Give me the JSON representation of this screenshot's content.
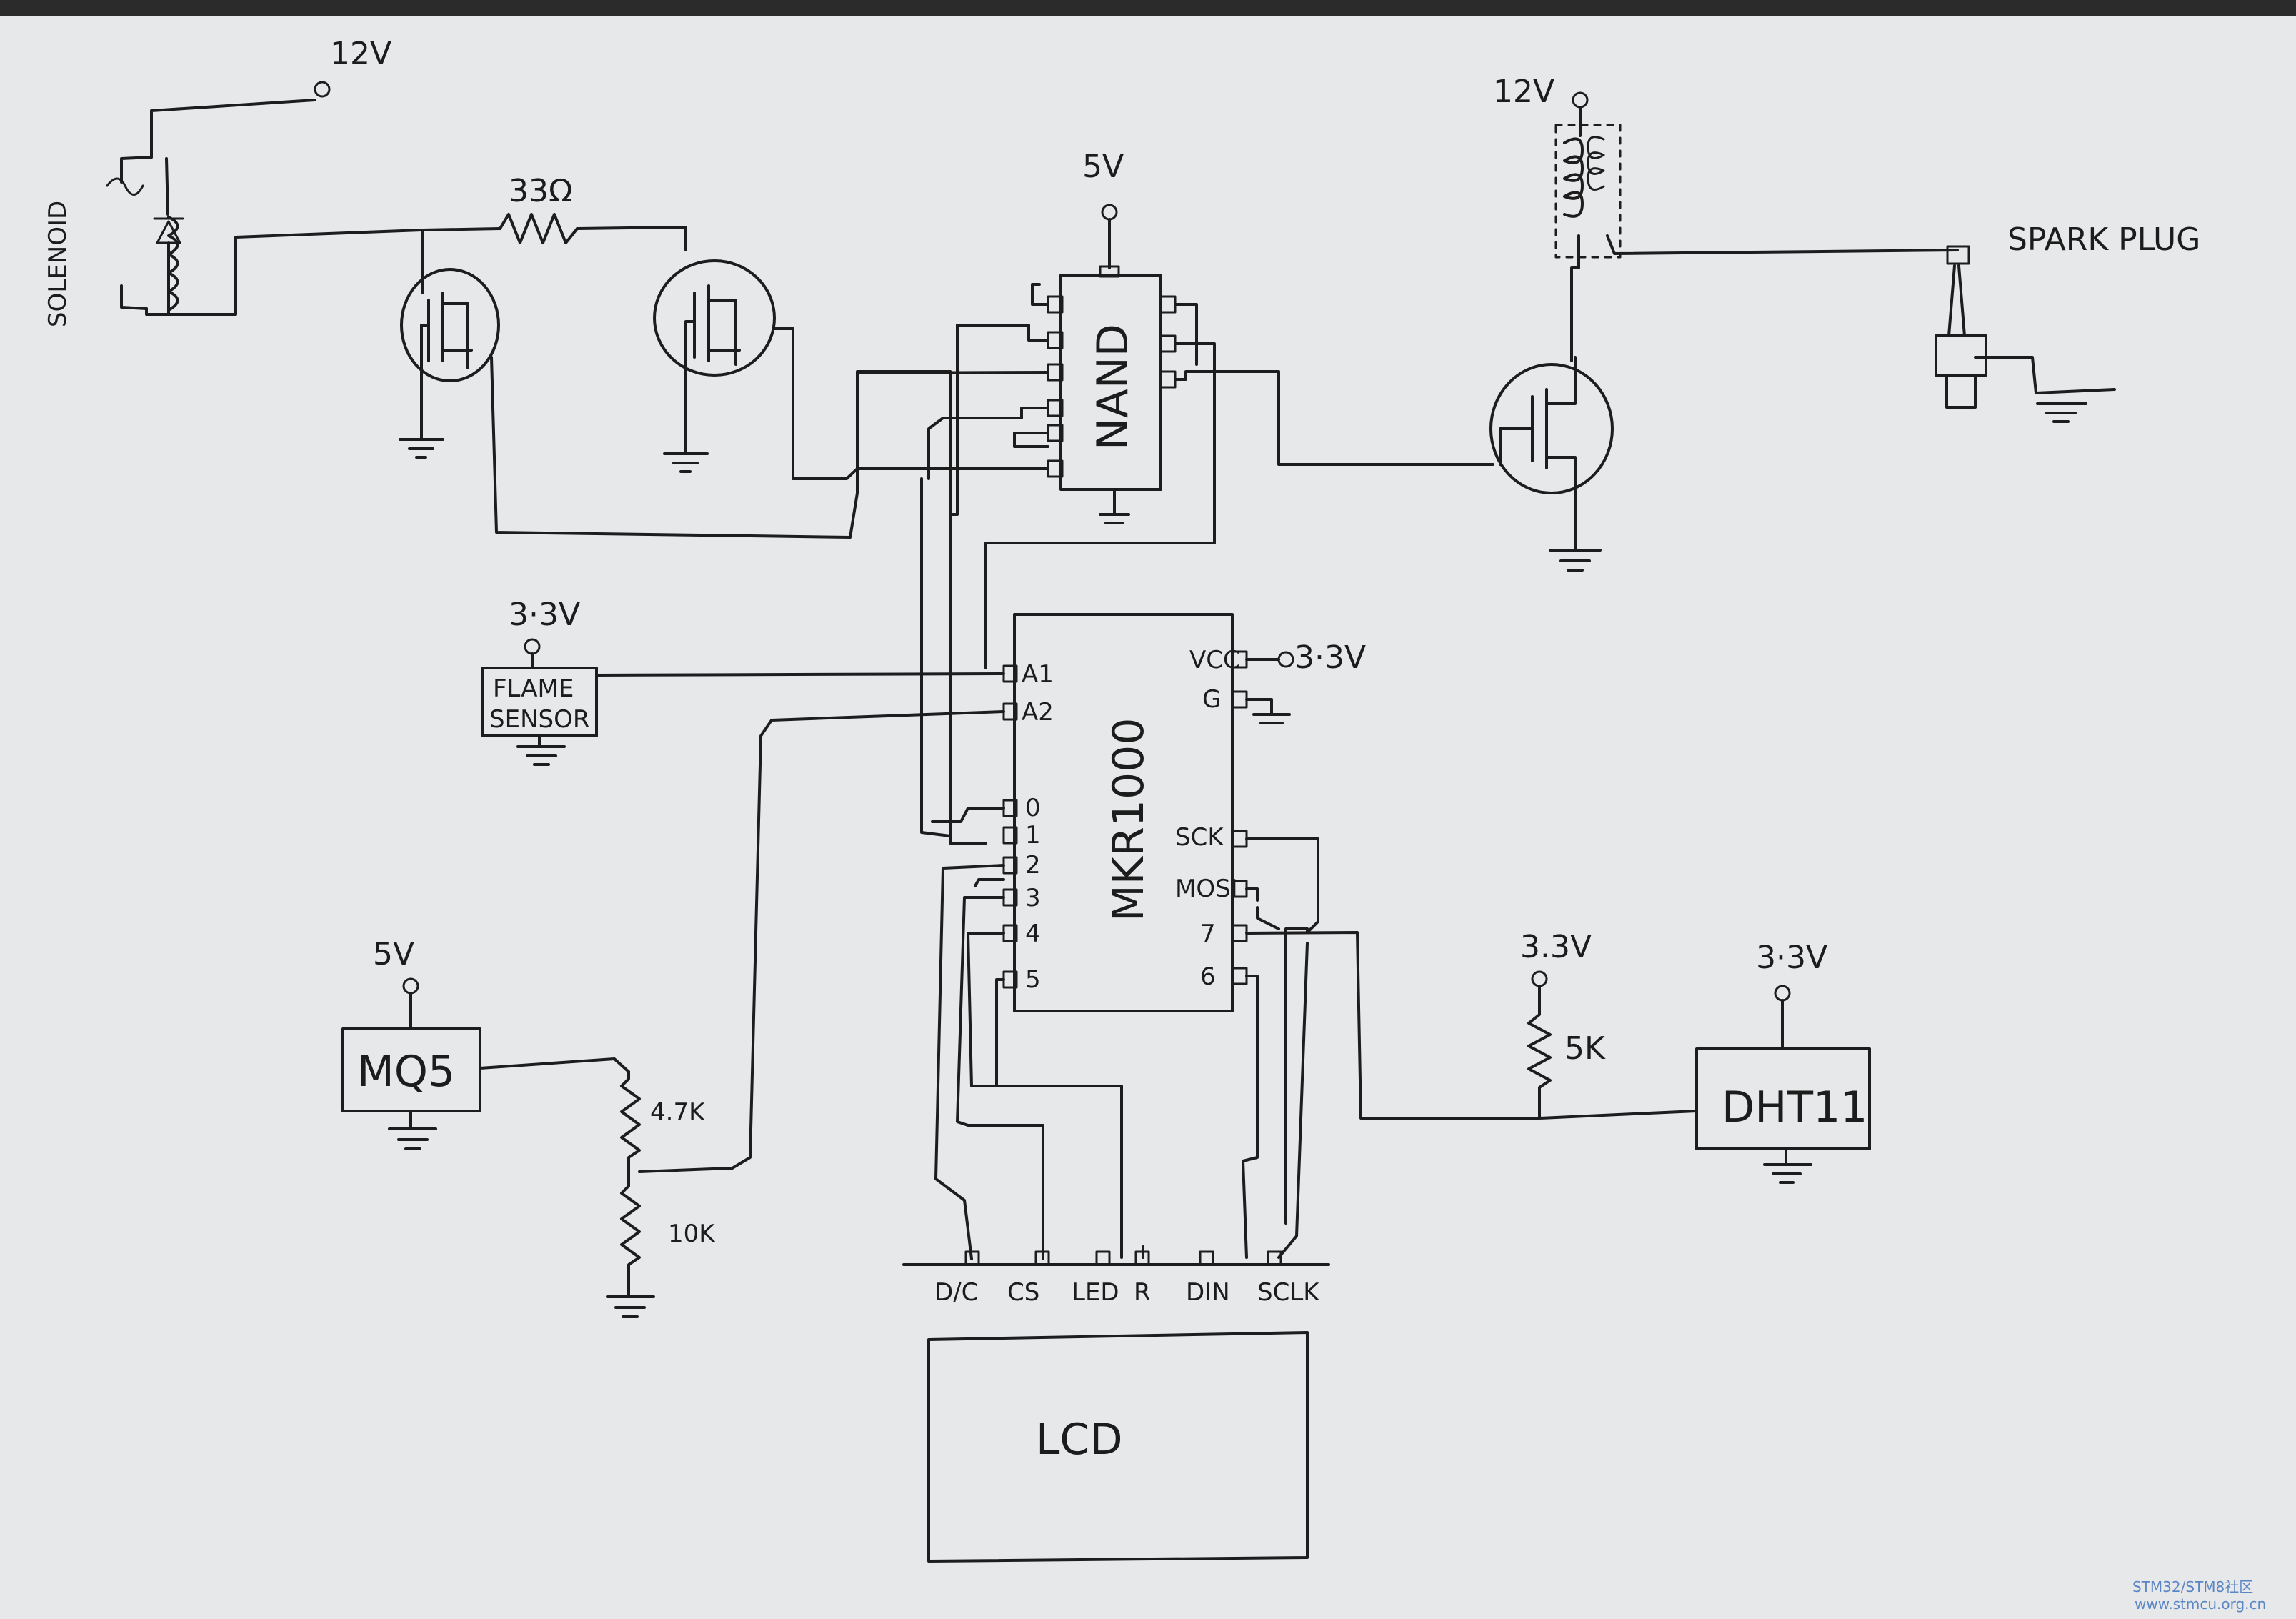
{
  "supplies": {
    "v12": "12V",
    "v5": "5V",
    "v33": "3.3V",
    "v33_alt": "3·3V",
    "vcc_label": "VCC",
    "vcc_value": "3·3V"
  },
  "components": {
    "solenoid": "SOLENOID",
    "resistor_33": "33Ω",
    "nand": "NAND",
    "spark_plug": "SPARK PLUG",
    "flame_sensor_line1": "FLAME",
    "flame_sensor_line2": "SENSOR",
    "mcu": "MKR1000",
    "mq5": "MQ5",
    "resistor_47k": "4.7K",
    "resistor_10k": "10K",
    "resistor_5k": "5K",
    "dht11": "DHT11",
    "lcd": "LCD"
  },
  "mcu_pins": {
    "left": [
      "A1",
      "A2",
      "0",
      "1",
      "2",
      "3",
      "4",
      "5"
    ],
    "right": [
      "G",
      "SCK",
      "MOSI",
      "7",
      "6"
    ]
  },
  "lcd_pins": [
    "D/C",
    "CS",
    "LED",
    "R",
    "DIN",
    "SCLK"
  ],
  "watermark": {
    "line1": "STM32/STM8社区",
    "line2": "www.stmcu.org.cn"
  }
}
